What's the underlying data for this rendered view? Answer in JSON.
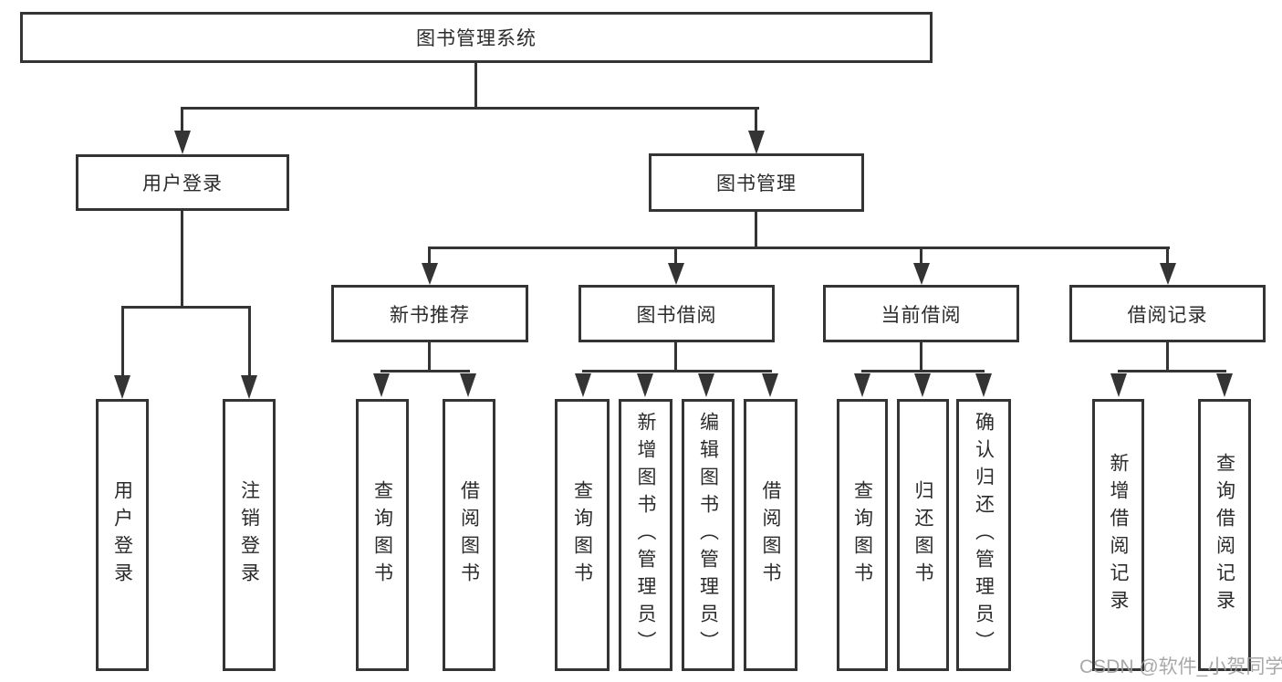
{
  "root": {
    "label": "图书管理系统"
  },
  "level2": {
    "user_login": "用户登录",
    "book_mgmt": "图书管理"
  },
  "level3": {
    "new_books": "新书推荐",
    "book_borrow": "图书借阅",
    "current_borrow": "当前借阅",
    "borrow_records": "借阅记录"
  },
  "leaves": {
    "user_login": [
      "用户登录",
      "注销登录"
    ],
    "new_books": [
      "查询图书",
      "借阅图书"
    ],
    "book_borrow": [
      "查询图书",
      "新增图书（管理员）",
      "编辑图书（管理员）",
      "借阅图书"
    ],
    "current_borrow": [
      "查询图书",
      "归还图书",
      "确认归还（管理员）"
    ],
    "borrow_records": [
      "新增借阅记录",
      "查询借阅记录"
    ]
  },
  "watermark": {
    "text": "CSDN @软件_小贺同学"
  },
  "colors": {
    "line": "#343434",
    "text": "#2b2b2b",
    "watermark": "#9e9e9e",
    "background": "#ffffff"
  }
}
